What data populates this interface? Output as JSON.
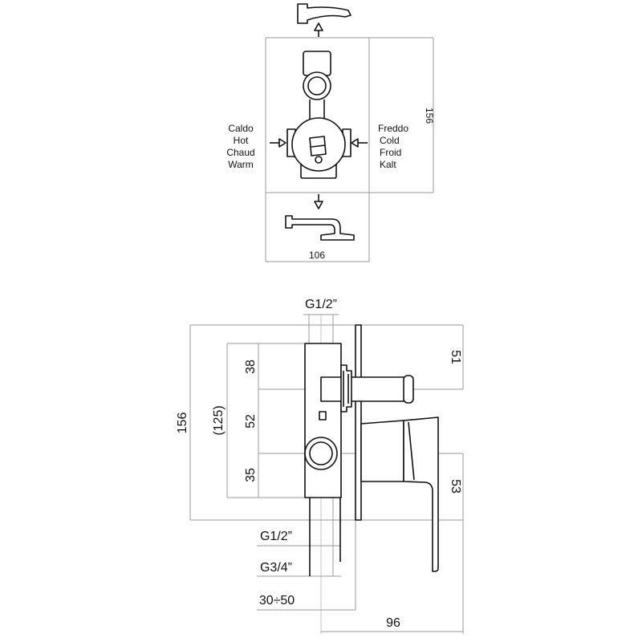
{
  "top_view": {
    "hot_labels": [
      "Caldo",
      "Hot",
      "Chaud",
      "Warm"
    ],
    "cold_labels": [
      "Freddo",
      "Cold",
      "Froid",
      "Kalt"
    ],
    "height_dim": "156",
    "width_dim": "106"
  },
  "side_view": {
    "top_thread": "G1/2”",
    "overall_height": "156",
    "body_height": "(125)",
    "upper_segment": "38",
    "middle_segment": "52",
    "lower_segment": "35",
    "stem_offset": "51",
    "handle_offset": "53",
    "bottom_thread": "G1/2”",
    "outlet_thread": "G3/4”",
    "depth_range": "30÷50",
    "overall_depth": "96"
  }
}
